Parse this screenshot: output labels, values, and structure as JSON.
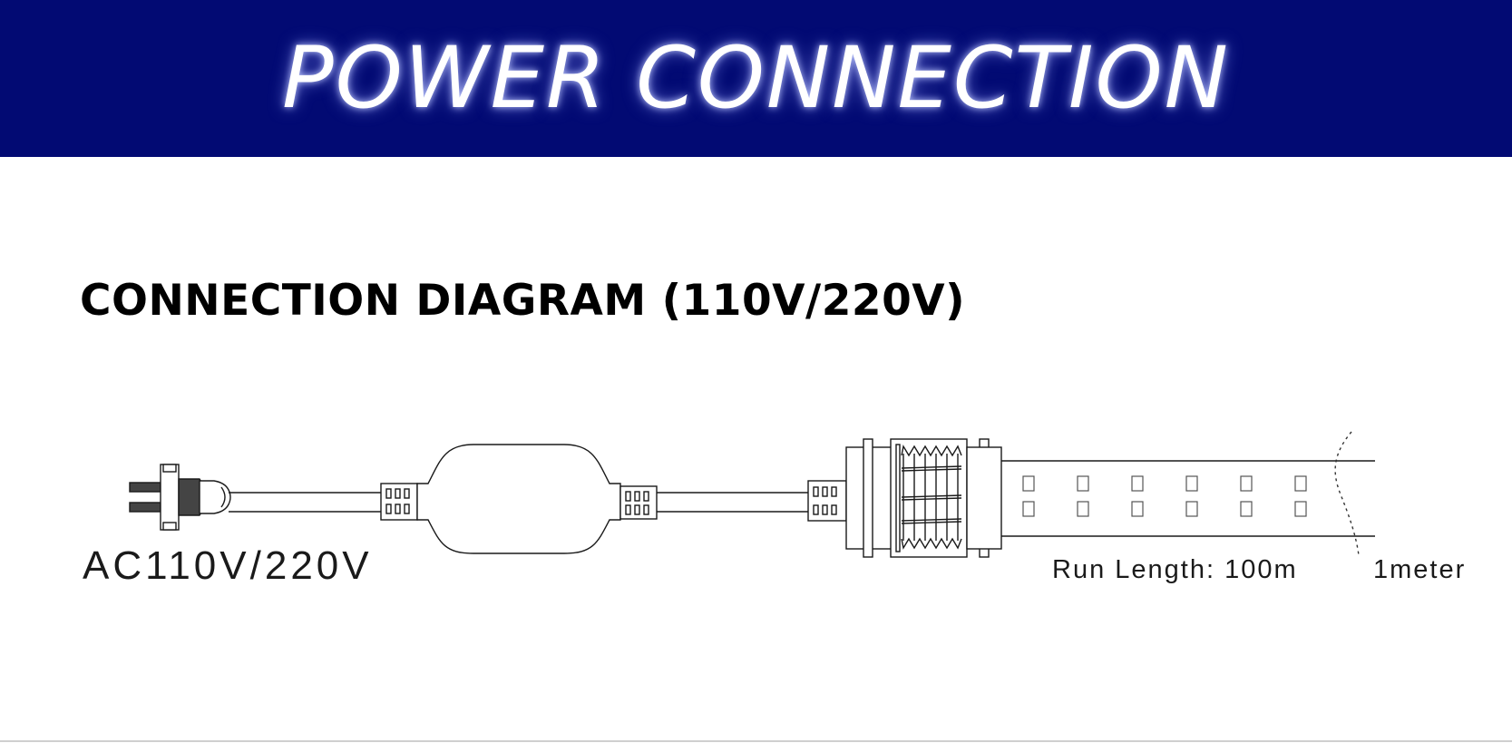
{
  "header": {
    "title": "POWER CONNECTION"
  },
  "section": {
    "heading": "CONNECTION DIAGRAM (110V/220V)"
  },
  "diagram": {
    "input_voltage_label": "AC110V/220V",
    "run_length_label": "Run Length:  100m",
    "segment_label": "1meter"
  },
  "colors": {
    "header_background": "#020a73",
    "header_text": "#ffffff",
    "line": "#1a1a1a"
  },
  "icons": [
    "power-plug-icon",
    "power-supply-driver-icon",
    "connector-icon",
    "end-cap-icon",
    "led-strip-icon"
  ]
}
